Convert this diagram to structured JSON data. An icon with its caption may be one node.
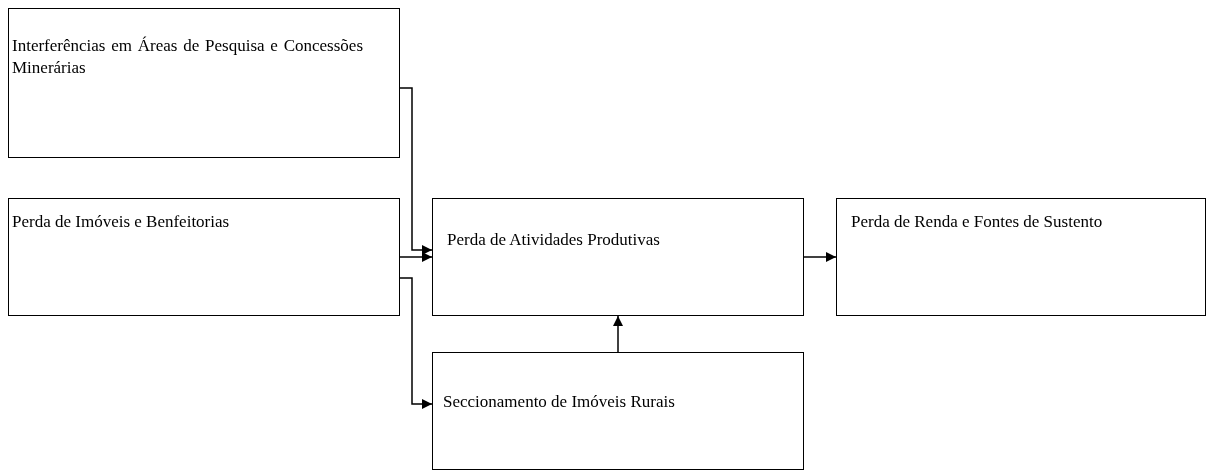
{
  "diagram": {
    "nodes": [
      {
        "text": [
          "Interferências em Áreas de Pesquisa e Concessões Minerárias"
        ]
      },
      {
        "text": [
          "Perda de Imóveis e Benfeitorias"
        ]
      },
      {
        "text": [
          "Perda de Atividades Produtivas"
        ]
      },
      {
        "text": [
          "Perda de Renda e Fontes de Sustento"
        ]
      },
      {
        "text": [
          "Seccionamento de Imóveis Rurais"
        ]
      }
    ],
    "edges": [
      {
        "from": 0,
        "to": 2,
        "arrow": "to"
      },
      {
        "from": 1,
        "to": 2,
        "arrow": "to"
      },
      {
        "from": 2,
        "to": 3,
        "arrow": "to"
      },
      {
        "from": 1,
        "to": 4,
        "arrow": "to"
      },
      {
        "from": 4,
        "to": 2,
        "arrow": "to"
      }
    ]
  }
}
